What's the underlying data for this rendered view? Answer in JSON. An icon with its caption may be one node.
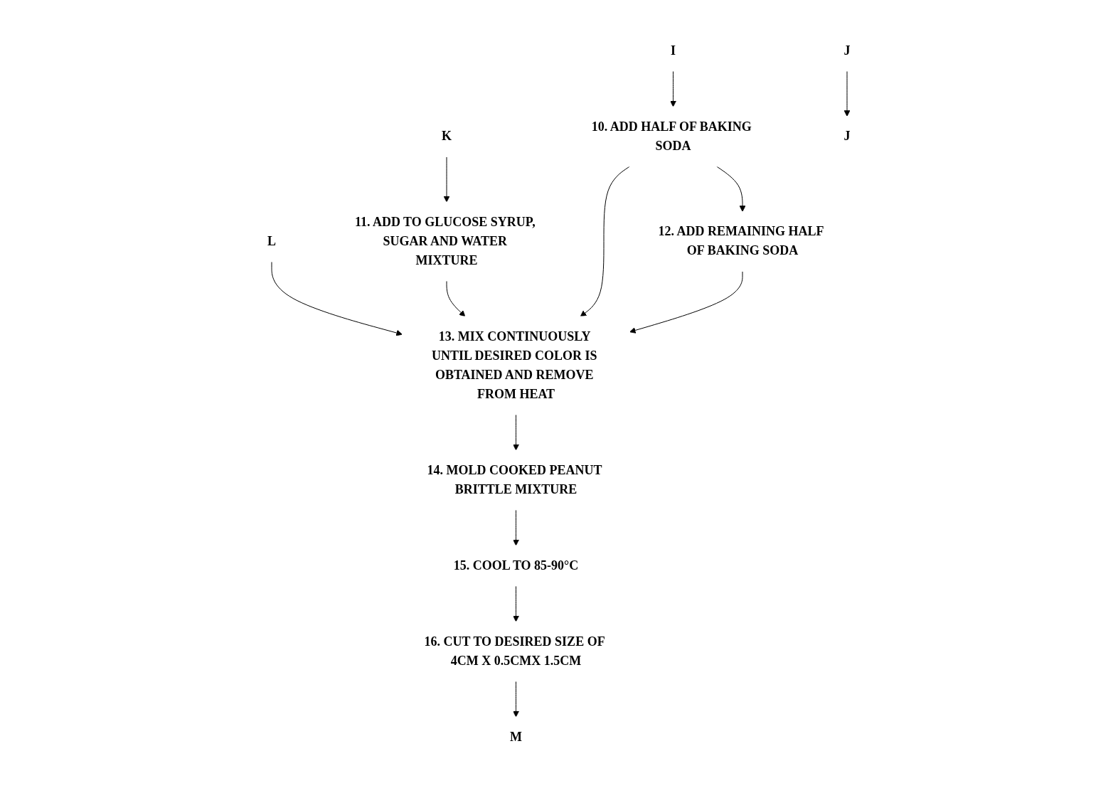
{
  "diagram": {
    "nodes": [
      {
        "text": [
          "K"
        ]
      },
      {
        "text": [
          "L"
        ]
      },
      {
        "text": [
          "I"
        ]
      },
      {
        "text": [
          "J"
        ]
      },
      {
        "text": [
          "10. ADD HALF OF BAKING SODA"
        ]
      },
      {
        "text": [
          "11. ADD TO GLUCOSE SYRUP, SUGAR AND WATER MIXTURE"
        ]
      },
      {
        "text": [
          "12. ADD REMAINING HALF OF BAKING SODA"
        ]
      },
      {
        "text": [
          "13. MIX CONTINUOUSLY UNTIL DESIRED COLOR IS OBTAINED AND REMOVE FROM HEAT"
        ]
      },
      {
        "text": [
          "14. MOLD COOKED PEANUT BRITTLE MIXTURE"
        ]
      },
      {
        "text": [
          "15. COOL TO 85-90°C"
        ]
      },
      {
        "text": [
          "16. CUT TO DESIRED SIZE OF 4CM X 0.5CMX 1.5CM"
        ]
      },
      {
        "text": [
          "M"
        ]
      },
      {
        "text": [
          "J"
        ]
      }
    ],
    "edges": [
      {
        "from": 0,
        "to": 5,
        "arrow": "to"
      },
      {
        "from": 1,
        "to": 7,
        "arrow": "to"
      },
      {
        "from": 2,
        "to": 4,
        "arrow": "to"
      },
      {
        "from": 3,
        "to": 12,
        "arrow": "to"
      },
      {
        "from": 4,
        "to": 7,
        "arrow": "to"
      },
      {
        "from": 5,
        "to": 7,
        "arrow": "to"
      },
      {
        "from": 4,
        "to": 6,
        "arrow": "to"
      },
      {
        "from": 6,
        "to": 7,
        "arrow": "to"
      },
      {
        "from": 7,
        "to": 8,
        "arrow": "to"
      },
      {
        "from": 8,
        "to": 9,
        "arrow": "to"
      },
      {
        "from": 9,
        "to": 10,
        "arrow": "to"
      },
      {
        "from": 10,
        "to": 11,
        "arrow": "to"
      }
    ]
  }
}
